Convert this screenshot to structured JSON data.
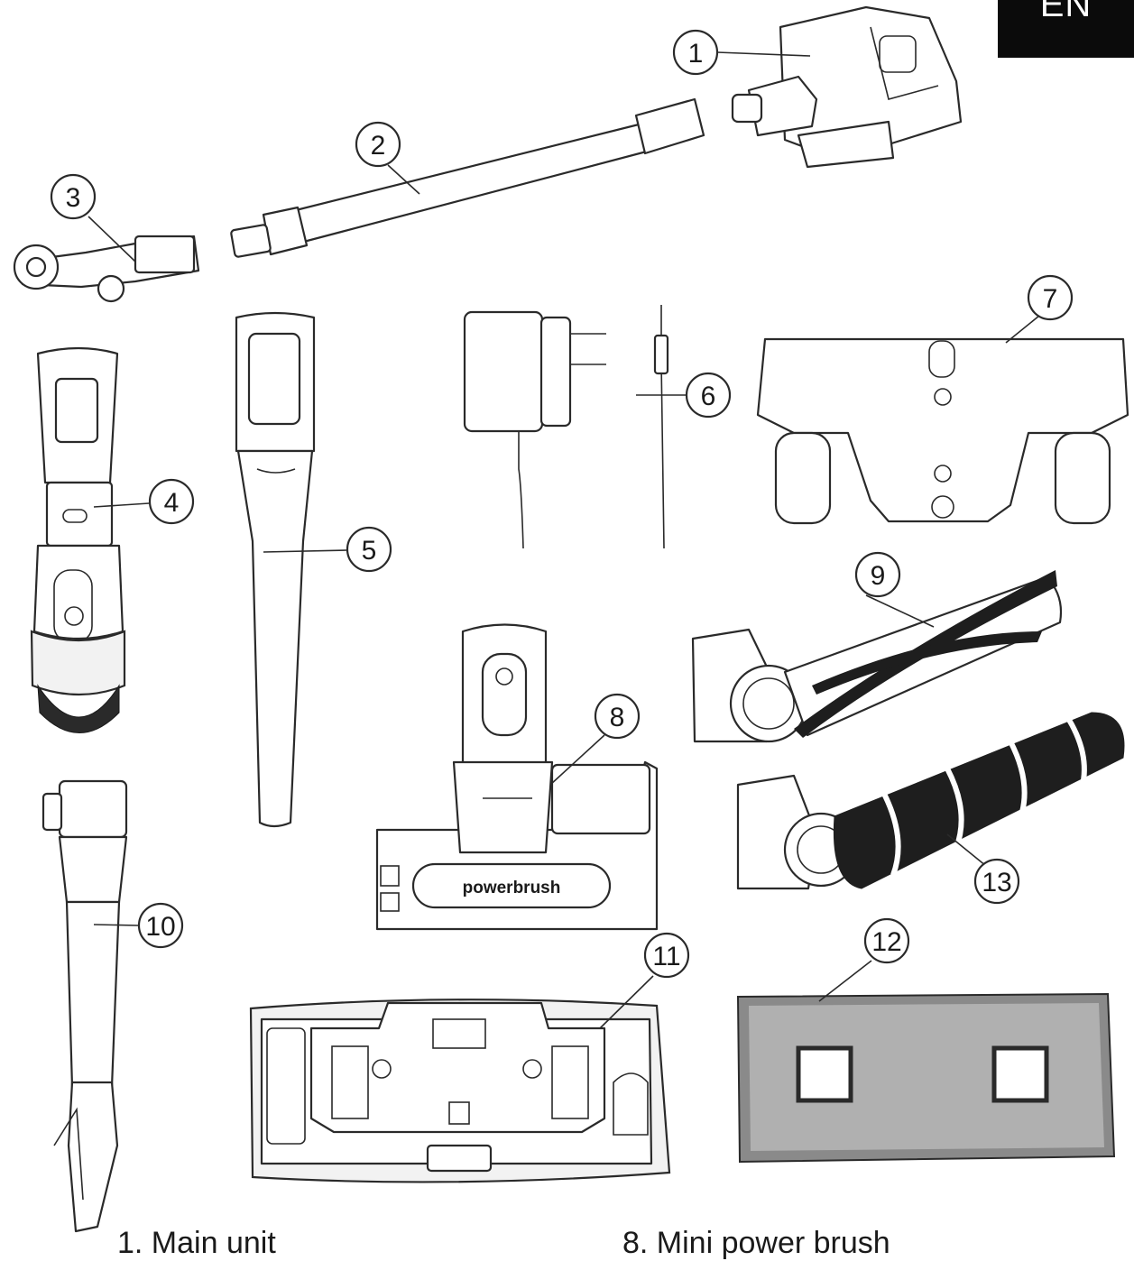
{
  "header": {
    "language_tab": "EN"
  },
  "callouts": [
    "1",
    "2",
    "3",
    "4",
    "5",
    "6",
    "7",
    "8",
    "9",
    "10",
    "11",
    "12",
    "13"
  ],
  "labels": {
    "brush_text": "powerbrush"
  },
  "captions": {
    "item_1": "1. Main unit",
    "item_8": "8. Mini power brush"
  }
}
